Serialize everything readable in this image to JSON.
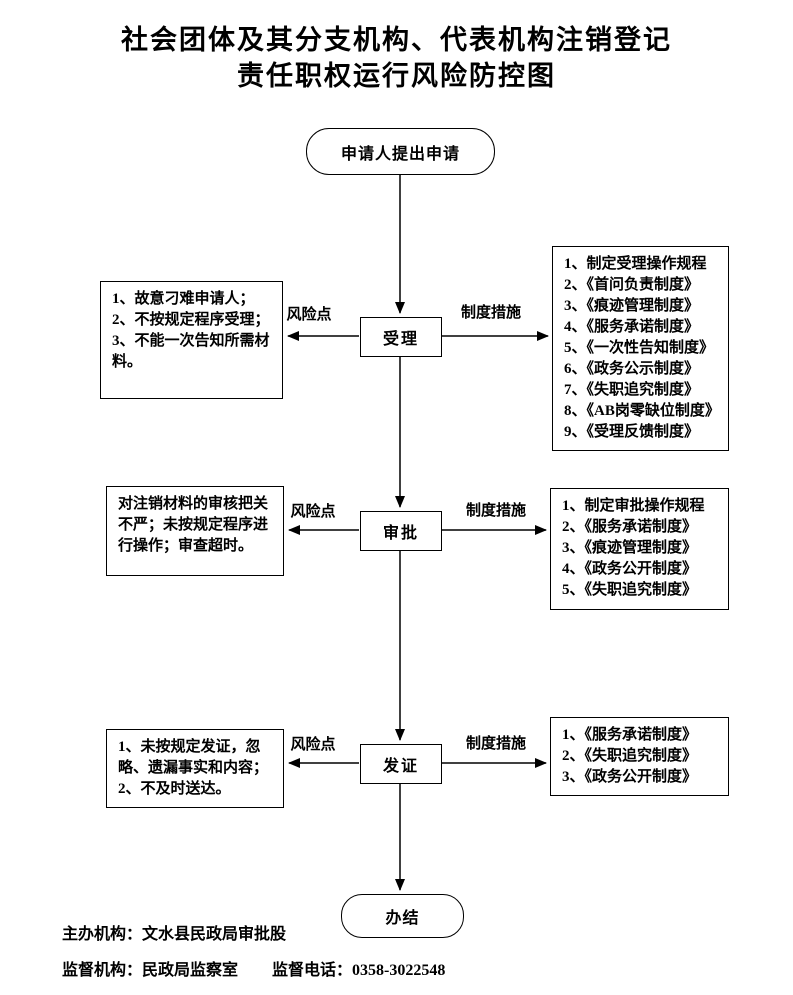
{
  "title": {
    "line1": "社会团体及其分支机构、代表机构注销登记",
    "line2": "责任职权运行风险防控图"
  },
  "start_node": {
    "label": "申请人提出申请"
  },
  "end_node": {
    "label": "办结"
  },
  "arrow_labels": {
    "risk": "风险点",
    "measures": "制度措施"
  },
  "stages": [
    {
      "name": "受理",
      "risks": [
        "1、故意刁难申请人；",
        "2、不按规定程序受理；",
        "3、不能一次告知所需材料。"
      ],
      "measures": [
        "1、制定受理操作规程",
        "2、《首问负责制度》",
        "3、《痕迹管理制度》",
        "4、《服务承诺制度》",
        "5、《一次性告知制度》",
        "6、《政务公示制度》",
        "7、《失职追究制度》",
        "8、《AB岗零缺位制度》",
        "9、《受理反馈制度》"
      ]
    },
    {
      "name": "审批",
      "risks": [
        "对注销材料的审核把关不严；未按规定程序进行操作；审查超时。"
      ],
      "measures": [
        "1、制定审批操作规程",
        "2、《服务承诺制度》",
        "3、《痕迹管理制度》",
        "4、《政务公开制度》",
        "5、《失职追究制度》"
      ]
    },
    {
      "name": "发证",
      "risks": [
        "1、未按规定发证，忽略、遗漏事实和内容；",
        "2、不及时送达。"
      ],
      "measures": [
        "1、《服务承诺制度》",
        "2、《失职追究制度》",
        "3、《政务公开制度》"
      ]
    }
  ],
  "footer": {
    "host": "主办机构：文水县民政局审批股",
    "supervisor": "监督机构：民政局监察室",
    "phone": "监督电话：0358-3022548"
  }
}
